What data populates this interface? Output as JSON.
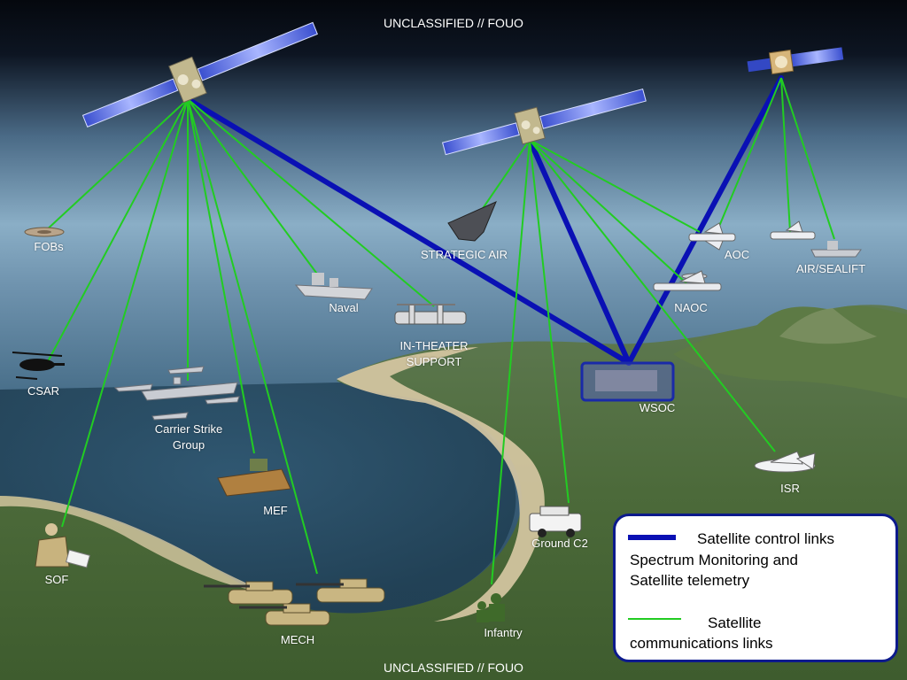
{
  "banners": {
    "top": "UNCLASSIFIED // FOUO",
    "bottom": "UNCLASSIFIED // FOUO"
  },
  "colors": {
    "control_link": "#0a10b4",
    "comms_link": "#22cc22",
    "legend_border": "#0c1a8c"
  },
  "nodes": {
    "fobs": "FOBs",
    "csar": "CSAR",
    "carrier": "Carrier Strike\nGroup",
    "mef": "MEF",
    "sof": "SOF",
    "mech": "MECH",
    "naval": "Naval",
    "in_theater": "IN-THEATER\nSUPPORT",
    "strategic_air": "STRATEGIC AIR",
    "infantry": "Infantry",
    "ground_c2": "Ground C2",
    "wsoc": "WSOC",
    "aoc": "AOC",
    "naoc": "NAOC",
    "air_sealift": "AIR/SEALIFT",
    "isr": "ISR"
  },
  "legend": {
    "control_label": "Satellite control links",
    "control_desc": "Spectrum Monitoring and Satellite telemetry",
    "comms_label": "Satellite communications links"
  },
  "icons": {
    "satellite_left": "satellite-icon",
    "satellite_center": "satellite-icon",
    "satellite_right": "satellite-icon",
    "helicopter": "helicopter-icon",
    "ship": "ship-icon",
    "tank": "tank-icon",
    "aircraft": "aircraft-icon",
    "building": "building-icon",
    "vehicle": "vehicle-icon",
    "soldier": "soldier-icon"
  }
}
